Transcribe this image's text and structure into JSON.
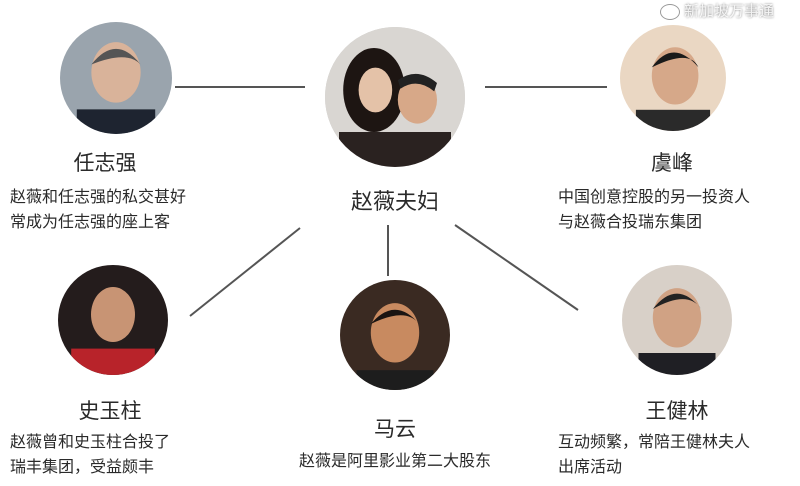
{
  "center": {
    "name": "赵薇夫妇"
  },
  "people": [
    {
      "id": "ren",
      "name": "任志强",
      "desc": [
        "赵薇和任志强的私交甚好",
        "常成为任志强的座上客"
      ],
      "bg": "#9aa4ad"
    },
    {
      "id": "yu",
      "name": "虞峰",
      "desc": [
        "中国创意控股的另一投资人",
        "与赵薇合投瑞东集团"
      ],
      "bg": "#e9d4c0"
    },
    {
      "id": "shi",
      "name": "史玉柱",
      "desc": [
        "赵薇曾和史玉柱合投了",
        "瑞丰集团，受益颇丰"
      ],
      "bg": "#2a2020"
    },
    {
      "id": "ma",
      "name": "马云",
      "desc": [
        "赵薇是阿里影业第二大股东"
      ],
      "bg": "#3a2a22"
    },
    {
      "id": "wang",
      "name": "王健林",
      "desc": [
        "互动频繁，常陪王健林夫人",
        "出席活动"
      ],
      "bg": "#d8d0c8"
    }
  ],
  "watermark": "新加坡万事通"
}
